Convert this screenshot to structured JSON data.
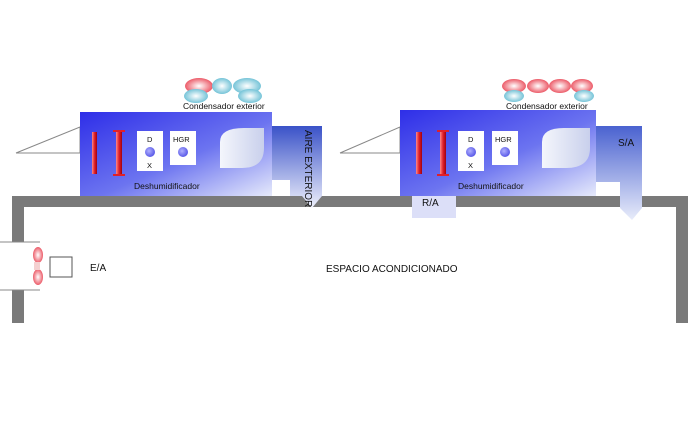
{
  "left_unit": {
    "condenser_label": "Condensador exterior",
    "dehumidifier_label": "Deshumidificador",
    "sensor_d": "D",
    "sensor_x": "X",
    "sensor_hgr": "HGR",
    "outside_air_label": "AIRE EXTERIOR"
  },
  "right_unit": {
    "condenser_label": "Condensador exterior",
    "dehumidifier_label": "Deshumidificador",
    "sensor_d": "D",
    "sensor_x": "X",
    "sensor_hgr": "HGR",
    "supply_label": "S/A",
    "return_label": "R/A"
  },
  "exhaust_label": "E/A",
  "space_label": "ESPACIO ACONDICIONADO",
  "colors": {
    "unit_blue": "#3434ee",
    "unit_light": "#d6dcf8",
    "wall": "#7a7a7a",
    "coil_red": "#e0202a",
    "sensor_dot": "#6b6bef"
  }
}
